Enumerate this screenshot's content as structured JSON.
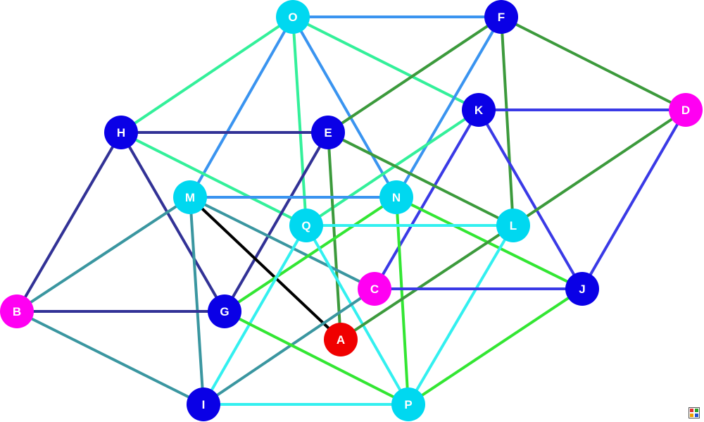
{
  "graph": {
    "nodes": [
      {
        "id": "O",
        "label": "O",
        "color": "#00d8f0"
      },
      {
        "id": "F",
        "label": "F",
        "color": "#0a00e6"
      },
      {
        "id": "K",
        "label": "K",
        "color": "#0a00e6"
      },
      {
        "id": "D",
        "label": "D",
        "color": "#ff00f2"
      },
      {
        "id": "H",
        "label": "H",
        "color": "#0a00e6"
      },
      {
        "id": "E",
        "label": "E",
        "color": "#0a00e6"
      },
      {
        "id": "M",
        "label": "M",
        "color": "#00d8f0"
      },
      {
        "id": "N",
        "label": "N",
        "color": "#00d8f0"
      },
      {
        "id": "Q",
        "label": "Q",
        "color": "#00d8f0"
      },
      {
        "id": "L",
        "label": "L",
        "color": "#00d8f0"
      },
      {
        "id": "C",
        "label": "C",
        "color": "#ff00f2"
      },
      {
        "id": "J",
        "label": "J",
        "color": "#0a00e6"
      },
      {
        "id": "B",
        "label": "B",
        "color": "#ff00f2"
      },
      {
        "id": "G",
        "label": "G",
        "color": "#0a00e6"
      },
      {
        "id": "A",
        "label": "A",
        "color": "#f00000"
      },
      {
        "id": "I",
        "label": "I",
        "color": "#0a00e6"
      },
      {
        "id": "P",
        "label": "P",
        "color": "#00d8f0"
      }
    ],
    "edges": [
      {
        "from": "O",
        "to": "F",
        "color": "#3a94f0"
      },
      {
        "from": "O",
        "to": "H",
        "color": "#33f09a"
      },
      {
        "from": "O",
        "to": "M",
        "color": "#3a94f0"
      },
      {
        "from": "O",
        "to": "Q",
        "color": "#33f09a"
      },
      {
        "from": "O",
        "to": "N",
        "color": "#3a94f0"
      },
      {
        "from": "O",
        "to": "K",
        "color": "#33f09a"
      },
      {
        "from": "F",
        "to": "E",
        "color": "#3c9a3c"
      },
      {
        "from": "F",
        "to": "N",
        "color": "#3a94f0"
      },
      {
        "from": "F",
        "to": "L",
        "color": "#3c9a3c"
      },
      {
        "from": "F",
        "to": "D",
        "color": "#3c9a3c"
      },
      {
        "from": "K",
        "to": "D",
        "color": "#3a3ae6"
      },
      {
        "from": "K",
        "to": "Q",
        "color": "#33f09a"
      },
      {
        "from": "K",
        "to": "C",
        "color": "#3a3ae6"
      },
      {
        "from": "K",
        "to": "J",
        "color": "#3a3ae6"
      },
      {
        "from": "D",
        "to": "L",
        "color": "#3c9a3c"
      },
      {
        "from": "D",
        "to": "J",
        "color": "#3a3ae6"
      },
      {
        "from": "H",
        "to": "E",
        "color": "#323296"
      },
      {
        "from": "H",
        "to": "Q",
        "color": "#33f09a"
      },
      {
        "from": "H",
        "to": "B",
        "color": "#323296"
      },
      {
        "from": "H",
        "to": "G",
        "color": "#323296"
      },
      {
        "from": "E",
        "to": "L",
        "color": "#3c9a3c"
      },
      {
        "from": "E",
        "to": "A",
        "color": "#3c9a3c"
      },
      {
        "from": "E",
        "to": "G",
        "color": "#323296"
      },
      {
        "from": "M",
        "to": "N",
        "color": "#3a94f0"
      },
      {
        "from": "M",
        "to": "B",
        "color": "#3a96a0"
      },
      {
        "from": "M",
        "to": "C",
        "color": "#3a96a0"
      },
      {
        "from": "M",
        "to": "A",
        "color": "#000000"
      },
      {
        "from": "M",
        "to": "I",
        "color": "#3a96a0"
      },
      {
        "from": "N",
        "to": "G",
        "color": "#33e633"
      },
      {
        "from": "N",
        "to": "J",
        "color": "#33e633"
      },
      {
        "from": "N",
        "to": "P",
        "color": "#33e633"
      },
      {
        "from": "Q",
        "to": "L",
        "color": "#33f0f0"
      },
      {
        "from": "Q",
        "to": "I",
        "color": "#33f0f0"
      },
      {
        "from": "Q",
        "to": "P",
        "color": "#33f0f0"
      },
      {
        "from": "L",
        "to": "A",
        "color": "#3c9a3c"
      },
      {
        "from": "L",
        "to": "P",
        "color": "#33f0f0"
      },
      {
        "from": "C",
        "to": "J",
        "color": "#3a3ae6"
      },
      {
        "from": "C",
        "to": "I",
        "color": "#3a96a0"
      },
      {
        "from": "J",
        "to": "P",
        "color": "#33e633"
      },
      {
        "from": "B",
        "to": "G",
        "color": "#323296"
      },
      {
        "from": "B",
        "to": "I",
        "color": "#3a96a0"
      },
      {
        "from": "G",
        "to": "P",
        "color": "#33e633"
      },
      {
        "from": "I",
        "to": "P",
        "color": "#33f0f0"
      }
    ]
  },
  "logo": {
    "icon": "graph-tool-logo-icon"
  }
}
